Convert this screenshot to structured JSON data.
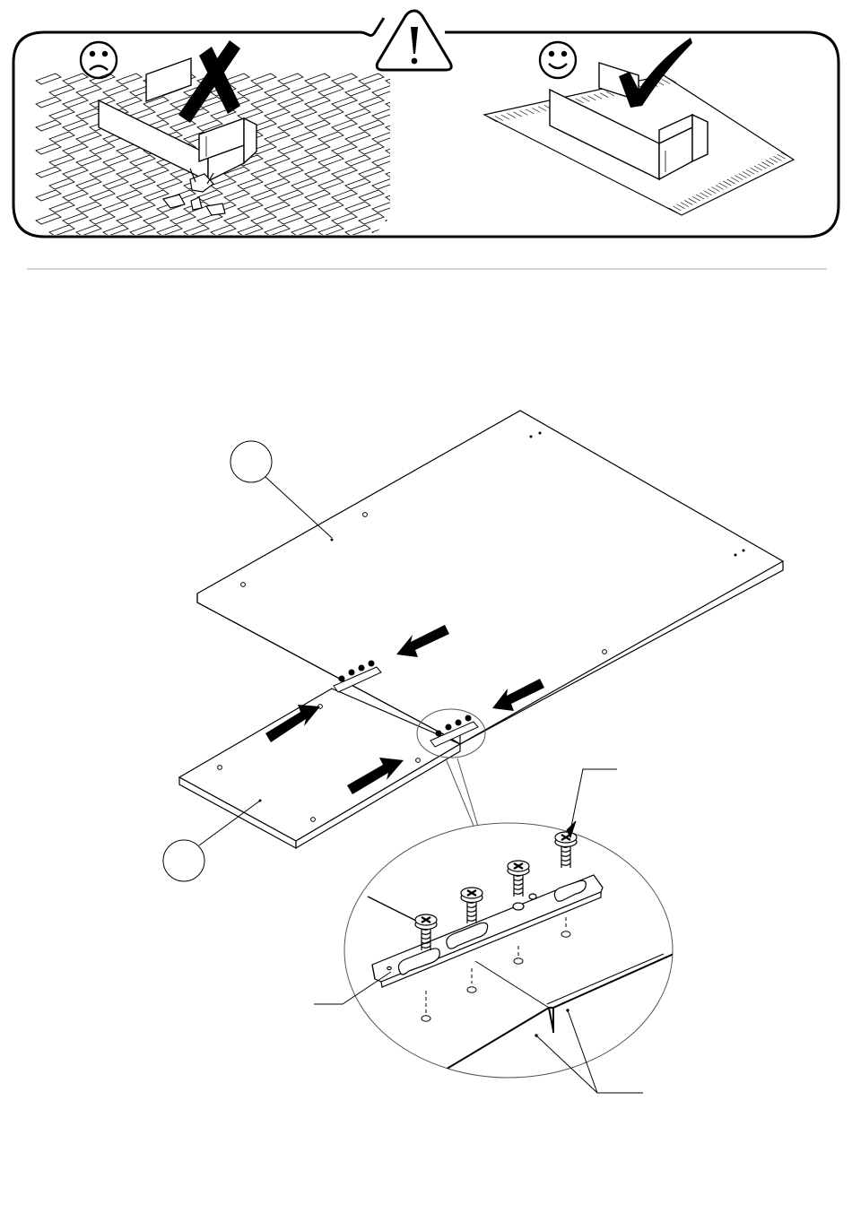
{
  "warning_panel": {
    "wrong_example": {
      "face": "sad-face-icon",
      "mark": "x-mark-icon",
      "surface": "brick-paving"
    },
    "right_example": {
      "face": "smiley-face-icon",
      "mark": "check-mark-icon",
      "surface": "carpet-mat"
    },
    "center_symbol": "warning-triangle-icon"
  },
  "assembly": {
    "part_callouts": [
      {
        "id": "upper-panel-callout",
        "label": ""
      },
      {
        "id": "lower-panel-callout",
        "label": ""
      }
    ],
    "detail_view": {
      "screw_count": 4,
      "screw_icon": "phillips-screw-icon",
      "plate_icon": "connector-plate-icon"
    },
    "arrow_icons": [
      "push-arrow-icon",
      "push-arrow-icon",
      "push-arrow-icon",
      "push-arrow-icon"
    ]
  },
  "colors": {
    "ink": "#000000",
    "paper": "#ffffff",
    "divider": "#bbbbbb",
    "detail_outline": "#555555"
  }
}
